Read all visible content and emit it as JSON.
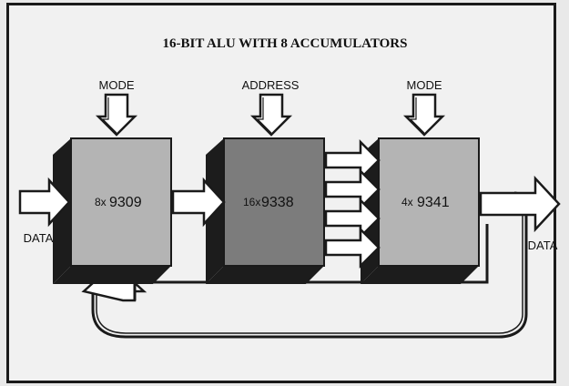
{
  "diagram": {
    "title": "16-BIT ALU WITH 8 ACCUMULATORS",
    "blocks": [
      {
        "count": "8x",
        "part": "9309",
        "input_label": "MODE"
      },
      {
        "count": "16x",
        "part": "9338",
        "input_label": "ADDRESS"
      },
      {
        "count": "4x",
        "part": "9341",
        "input_label": "MODE"
      }
    ],
    "data_in_label": "DATA",
    "data_out_label": "DATA",
    "colors": {
      "block_light": "#b4b4b4",
      "block_dark": "#7c7c7c",
      "shadow": "#1c1c1c",
      "arrow_fill": "#ffffff",
      "outline": "#1a1a1a"
    }
  }
}
